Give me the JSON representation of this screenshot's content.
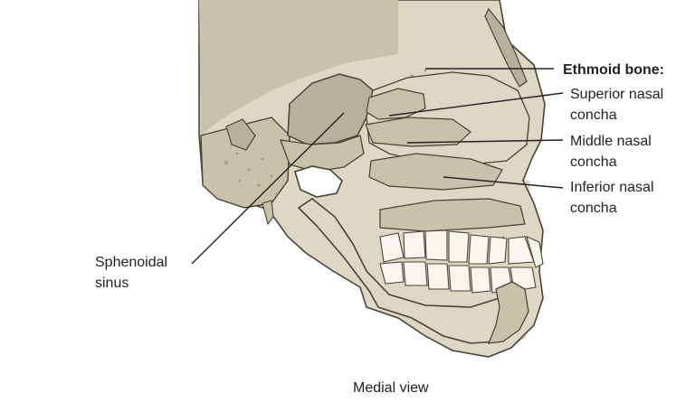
{
  "labels": {
    "ethmoid_bone": "Ethmoid bone:",
    "superior_nasal_concha": [
      "Superior nasal",
      "concha"
    ],
    "middle_nasal_concha": [
      "Middle nasal",
      "concha"
    ],
    "inferior_nasal_concha": [
      "Inferior nasal",
      "concha"
    ],
    "sphenoidal_sinus": [
      "Sphenoidal",
      "sinus"
    ],
    "caption": "Medial view"
  },
  "colors": {
    "bone": "#ddd7c4",
    "bone_shade": "#c9c1a8",
    "bone_dark": "#a99f85",
    "outline": "#4a4438",
    "cavity": "#b8b09a",
    "leader_line": "#222222"
  }
}
